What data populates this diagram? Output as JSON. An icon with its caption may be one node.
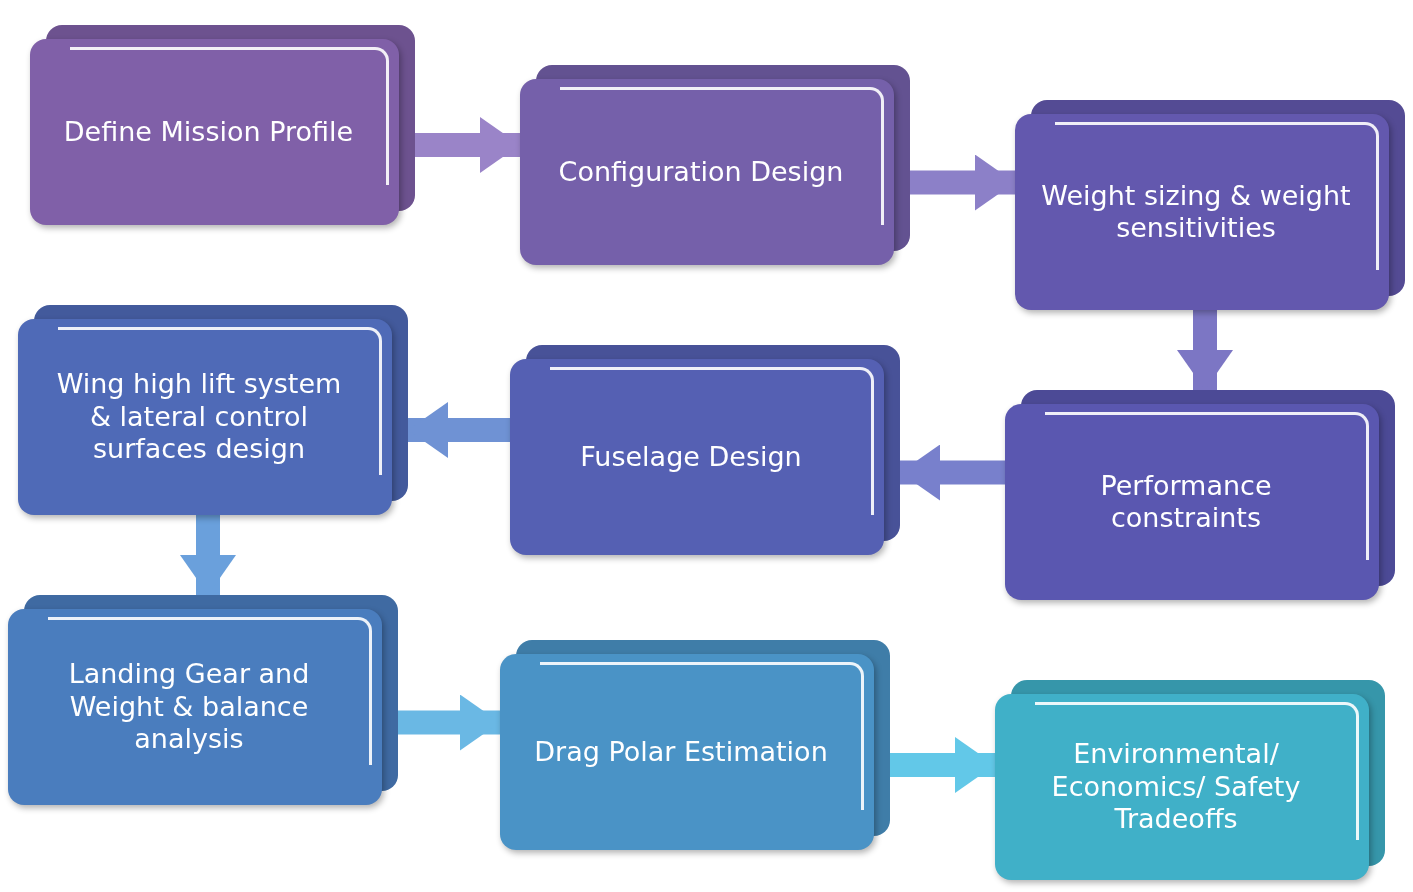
{
  "diagram": {
    "nodes": [
      {
        "text": [
          "Define Mission Profile"
        ]
      },
      {
        "text": [
          "Configuration Design"
        ]
      },
      {
        "text": [
          "Weight sizing & weight sensitivities"
        ]
      },
      {
        "text": [
          "Performance constraints"
        ]
      },
      {
        "text": [
          "Fuselage Design"
        ]
      },
      {
        "text": [
          "Wing high lift system & lateral control surfaces design"
        ]
      },
      {
        "text": [
          "Landing Gear and Weight & balance analysis"
        ]
      },
      {
        "text": [
          "Drag Polar Estimation"
        ]
      },
      {
        "text": [
          "Environmental/ Economics/ Safety Tradeoffs"
        ]
      }
    ],
    "edges": [
      {
        "from": 0,
        "to": 1,
        "arrow": "to"
      },
      {
        "from": 1,
        "to": 2,
        "arrow": "to"
      },
      {
        "from": 2,
        "to": 3,
        "arrow": "to"
      },
      {
        "from": 3,
        "to": 4,
        "arrow": "to"
      },
      {
        "from": 4,
        "to": 5,
        "arrow": "to"
      },
      {
        "from": 5,
        "to": 6,
        "arrow": "to"
      },
      {
        "from": 6,
        "to": 7,
        "arrow": "to"
      },
      {
        "from": 7,
        "to": 8,
        "arrow": "to"
      }
    ]
  }
}
